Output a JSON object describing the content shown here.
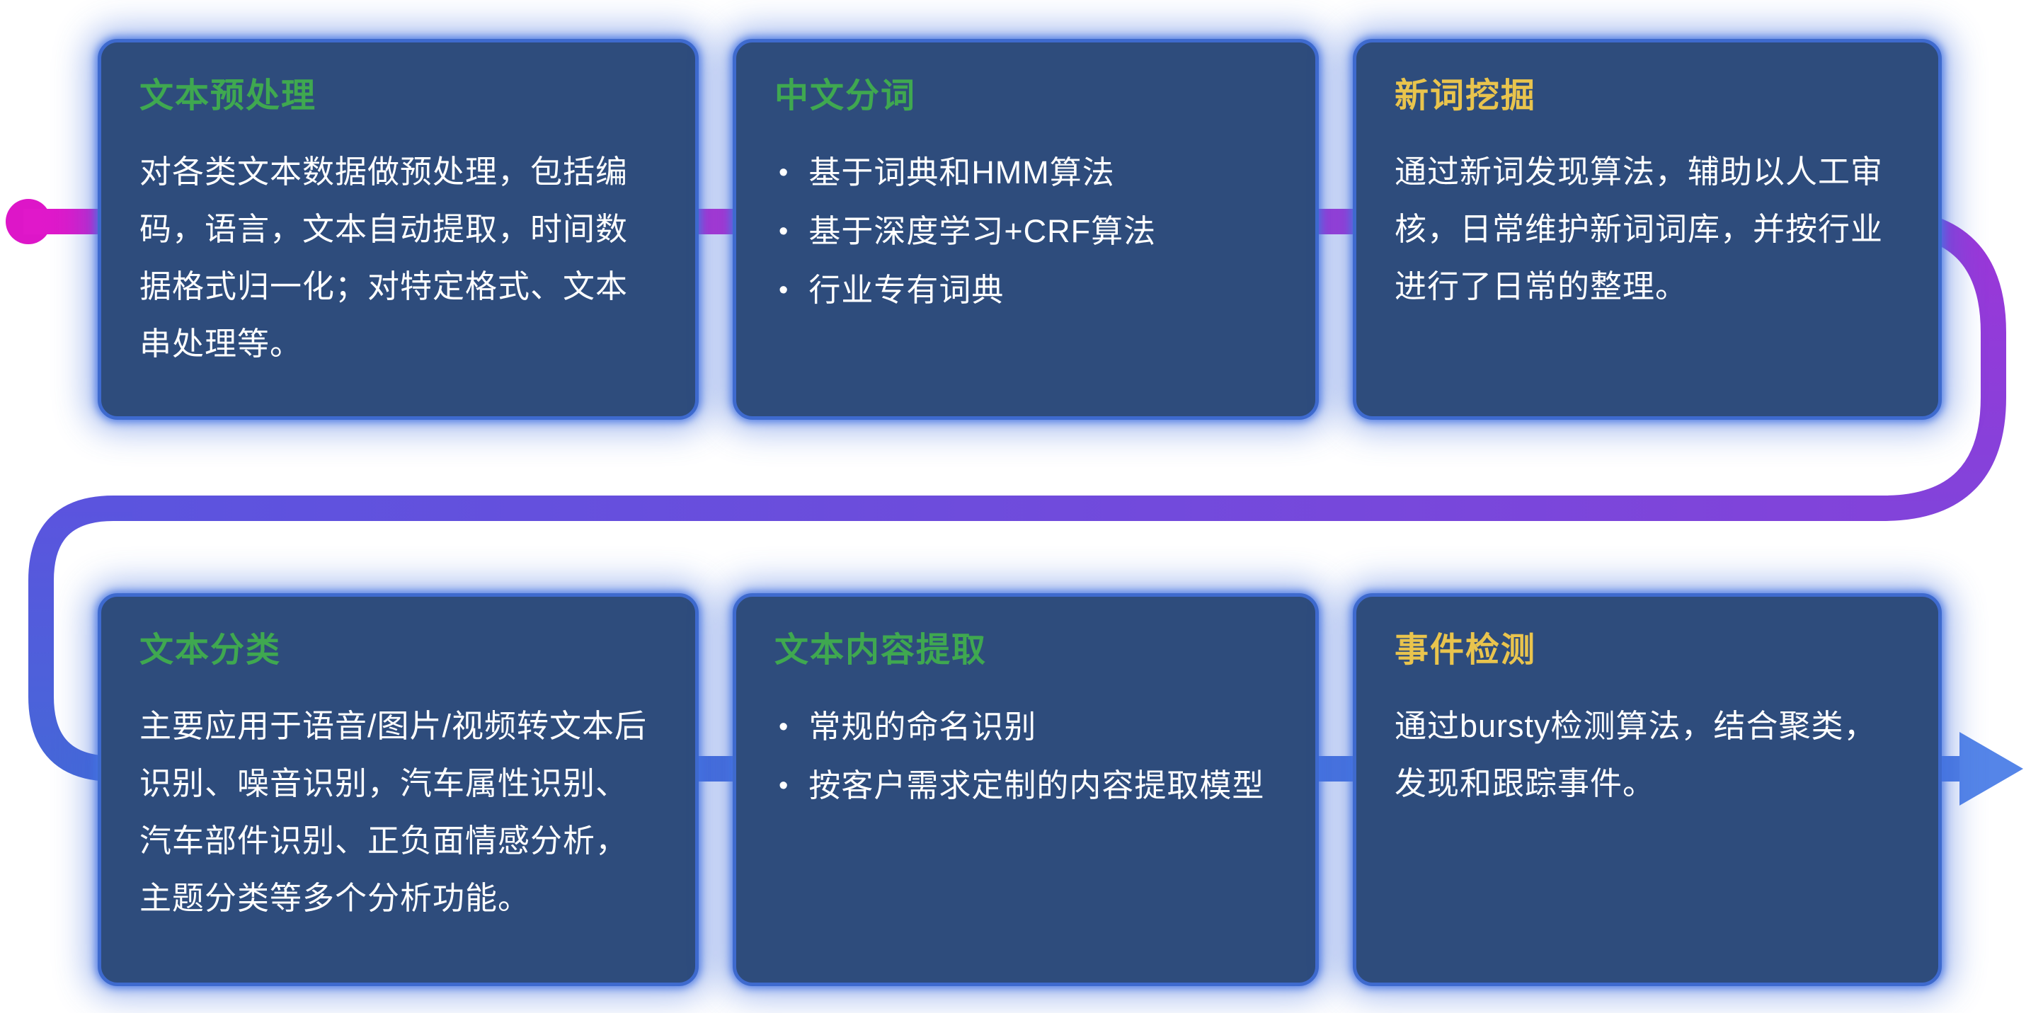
{
  "glyphs": {
    "bullet": "•"
  },
  "theme": {
    "card_background": "#2e4c7c",
    "card_border": "#3e6ace",
    "card_glow": "#3f6fd8",
    "body_text": "#ffffff",
    "title_green": "#3fa850",
    "title_yellow": "#e9c44d"
  },
  "pipeline": {
    "dot_color": "#dd16c8",
    "arrow_color": "#5585e8",
    "gradient": {
      "magenta": "#e018ca",
      "magenta_purple": "#c02bd2",
      "purple": "#9c36d8",
      "deep_purple": "#8243da",
      "indigo": "#5b54de",
      "blue": "#4667d8",
      "light_blue": "#4f7de3"
    }
  },
  "cards": [
    {
      "title": "文本预处理",
      "title_color": "#3fa850",
      "body": "对各类文本数据做预处理，包括编码，语言，文本自动提取，时间数据格式归一化；对特定格式、文本串处理等。",
      "bullets": []
    },
    {
      "title": "中文分词",
      "title_color": "#3fa850",
      "body": "",
      "bullets": [
        "基于词典和HMM算法",
        "基于深度学习+CRF算法",
        "行业专有词典"
      ]
    },
    {
      "title": "新词挖掘",
      "title_color": "#e9c44d",
      "body": "通过新词发现算法，辅助以人工审核，日常维护新词词库，并按行业进行了日常的整理。",
      "bullets": []
    },
    {
      "title": "文本分类",
      "title_color": "#3fa850",
      "body": "主要应用于语音/图片/视频转文本后识别、噪音识别，汽车属性识别、汽车部件识别、正负面情感分析，主题分类等多个分析功能。",
      "bullets": []
    },
    {
      "title": "文本内容提取",
      "title_color": "#3fa850",
      "body": "",
      "bullets": [
        "常规的命名识别",
        "按客户需求定制的内容提取模型"
      ]
    },
    {
      "title": "事件检测",
      "title_color": "#e9c44d",
      "body": "通过bursty检测算法，结合聚类，发现和跟踪事件。",
      "bullets": []
    }
  ]
}
